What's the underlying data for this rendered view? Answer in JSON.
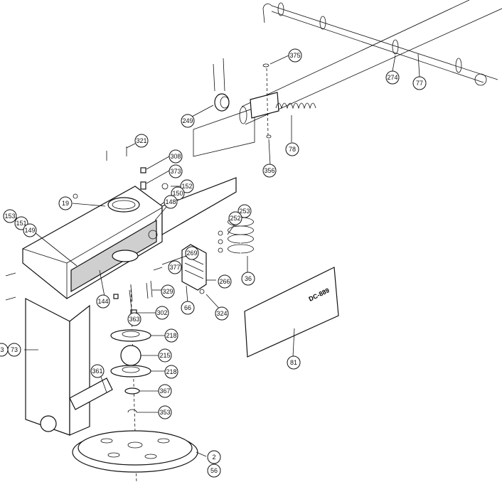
{
  "callouts": {
    "c321": "321",
    "c308": "308",
    "c373": "373",
    "c19": "19",
    "c152": "152",
    "c150": "150",
    "c148": "148",
    "c153": "153",
    "c151": "151",
    "c149": "149",
    "c249": "249",
    "c375": "375",
    "c274": "274",
    "c77": "77",
    "c78": "78",
    "c356": "356",
    "c253": "253",
    "c252": "252",
    "c36": "36",
    "c269": "269",
    "c377": "377",
    "c266": "266",
    "c329": "329",
    "c324": "324",
    "c66": "66",
    "c302": "302",
    "c144": "144",
    "c363": "363",
    "c218a": "218",
    "c215": "215",
    "c218b": "218",
    "c361": "361",
    "c367": "367",
    "c353": "353",
    "c73": "73",
    "c73b": "3",
    "c2": "2",
    "c56": "56",
    "c81": "81"
  },
  "plate_label": "DC-889"
}
